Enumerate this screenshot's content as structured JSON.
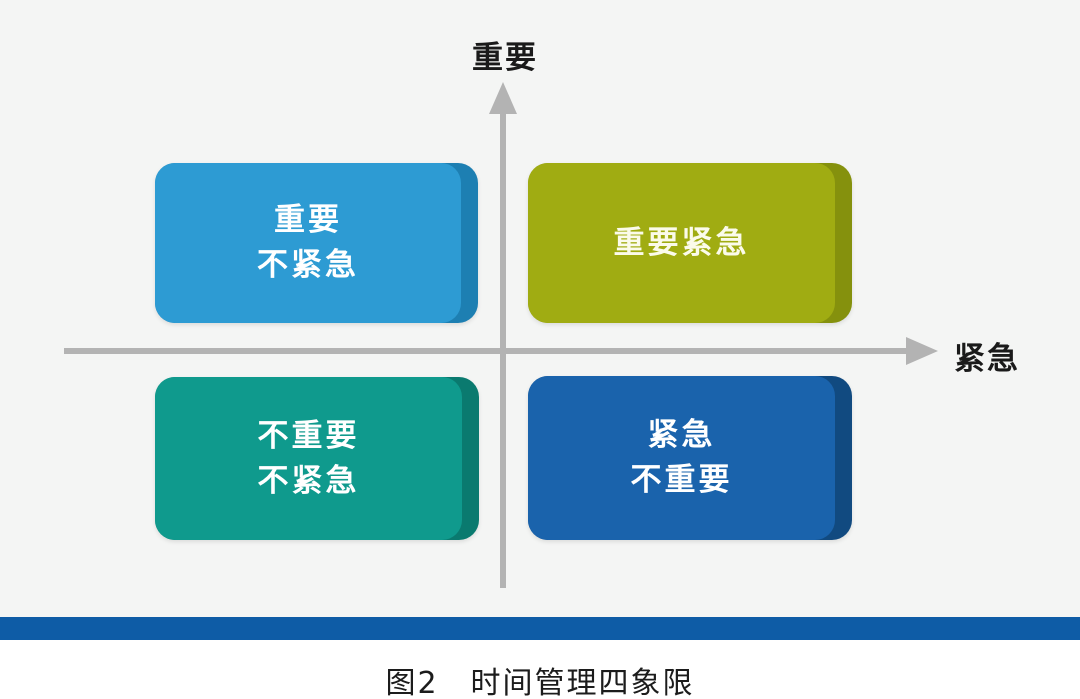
{
  "figure": {
    "background_color": "#f4f5f4",
    "footer_background": "#ffffff"
  },
  "axes": {
    "line_color": "#b3b3b3",
    "label_color": "#1a1a1a",
    "y_label": "重要",
    "x_label": "紧急"
  },
  "quadrants": [
    {
      "name": "important-not-urgent",
      "position": "top-left",
      "lines": [
        "重要",
        "不紧急"
      ],
      "face_color": "#2d9bd3",
      "side_color": "#1d7fb2",
      "text_color": "#ffffff"
    },
    {
      "name": "important-urgent",
      "position": "top-right",
      "lines": [
        "重要紧急"
      ],
      "face_color": "#a0ac12",
      "side_color": "#85910d",
      "text_color": "#fbfbea"
    },
    {
      "name": "not-important-not-urgent",
      "position": "bottom-left",
      "lines": [
        "不重要",
        "不紧急"
      ],
      "face_color": "#0f9a8d",
      "side_color": "#0a7a6f",
      "text_color": "#ffffff"
    },
    {
      "name": "urgent-not-important",
      "position": "bottom-right",
      "lines": [
        "紧急",
        "不重要"
      ],
      "face_color": "#1a63ac",
      "side_color": "#114a80",
      "text_color": "#ffffff"
    }
  ],
  "divider_bar": {
    "color": "#0e5ca6"
  },
  "caption": {
    "figure_label": "图2",
    "title": "时间管理四象限",
    "text_color": "#1c1c1c"
  }
}
